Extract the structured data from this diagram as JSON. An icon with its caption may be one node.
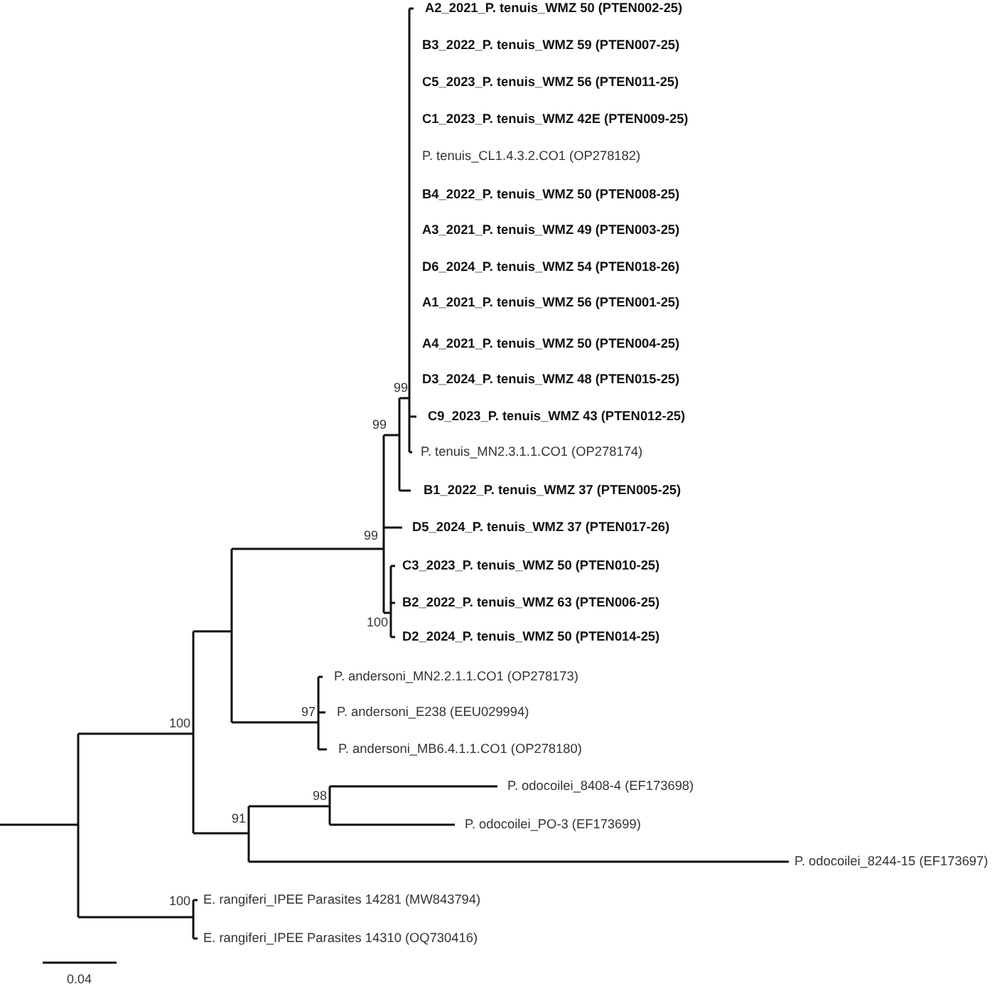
{
  "diagram": {
    "labels": [
      "A2_2021_P. tenuis_WMZ 50 (PTEN002-25)",
      "B3_2022_P. tenuis_WMZ 59 (PTEN007-25)",
      "C5_2023_P. tenuis_WMZ 56 (PTEN011-25)",
      "C1_2023_P. tenuis_WMZ 42E (PTEN009-25)",
      "P. tenuis_CL1.4.3.2.CO1 (OP278182)",
      "B4_2022_P. tenuis_WMZ 50 (PTEN008-25)",
      "A3_2021_P. tenuis_WMZ 49 (PTEN003-25)",
      "D6_2024_P. tenuis_WMZ 54 (PTEN018-26)",
      "A1_2021_P. tenuis_WMZ 56 (PTEN001-25)",
      "A4_2021_P. tenuis_WMZ 50 (PTEN004-25)",
      "D3_2024_P. tenuis_WMZ 48 (PTEN015-25)",
      "99",
      "C9_2023_P. tenuis_WMZ 43 (PTEN012-25)",
      "99",
      "P. tenuis_MN2.3.1.1.CO1 (OP278174)",
      "B1_2022_P. tenuis_WMZ 37 (PTEN005-25)",
      "D5_2024_P. tenuis_WMZ 37 (PTEN017-26)",
      "99",
      "C3_2023_P. tenuis_WMZ 50 (PTEN010-25)",
      "B2_2022_P. tenuis_WMZ 63 (PTEN006-25)",
      "100",
      "D2_2024_P. tenuis_WMZ 50 (PTEN014-25)",
      "P. andersoni_MN2.2.1.1.CO1 (OP278173)",
      "97",
      "P. andersoni_E238 (EEU029994)",
      "100",
      "P. andersoni_MB6.4.1.1.CO1 (OP278180)",
      "98",
      "P. odocoilei_8408-4 (EF173698)",
      "91",
      "P. odocoilei_PO-3 (EF173699)",
      "P. odocoilei_8244-15 (EF173697)",
      "100",
      "E. rangiferi_IPEE Parasites 14281 (MW843794)",
      "E. rangiferi_IPEE Parasites 14310 (OQ730416)",
      "0.04"
    ]
  }
}
